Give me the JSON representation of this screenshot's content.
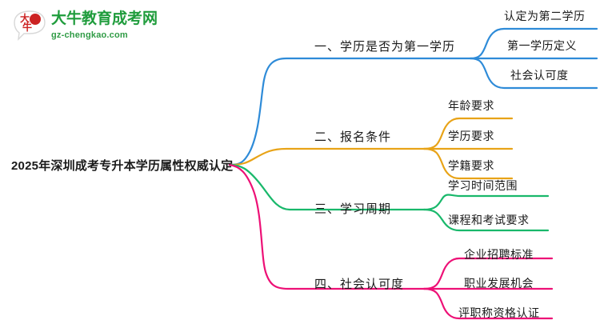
{
  "logo": {
    "name": "logo",
    "brand_cn": "大牛教育成考网",
    "url": "gz-chengkao.com",
    "mark_text": "大牛",
    "brand_color": "#1f9c3c",
    "mark_color": "#cc2222"
  },
  "mindmap": {
    "root": {
      "label": "2025年深圳成考专升本学历属性权威认定"
    },
    "branches": [
      {
        "label": "一、学历是否为第一学历",
        "color": "#2e8bd8",
        "children": [
          {
            "label": "认定为第二学历"
          },
          {
            "label": "第一学历定义"
          },
          {
            "label": "社会认可度"
          }
        ]
      },
      {
        "label": "二、报名条件",
        "color": "#e8a317",
        "children": [
          {
            "label": "年龄要求"
          },
          {
            "label": "学历要求"
          },
          {
            "label": "学籍要求"
          }
        ]
      },
      {
        "label": "三、学习周期",
        "color": "#19b86b",
        "children": [
          {
            "label": "学习时间范围"
          },
          {
            "label": "课程和考试要求"
          }
        ]
      },
      {
        "label": "四、社会认可度",
        "color": "#ed1076",
        "children": [
          {
            "label": "企业招聘标准"
          },
          {
            "label": "职业发展机会"
          },
          {
            "label": "评职称资格认证"
          }
        ]
      }
    ]
  }
}
